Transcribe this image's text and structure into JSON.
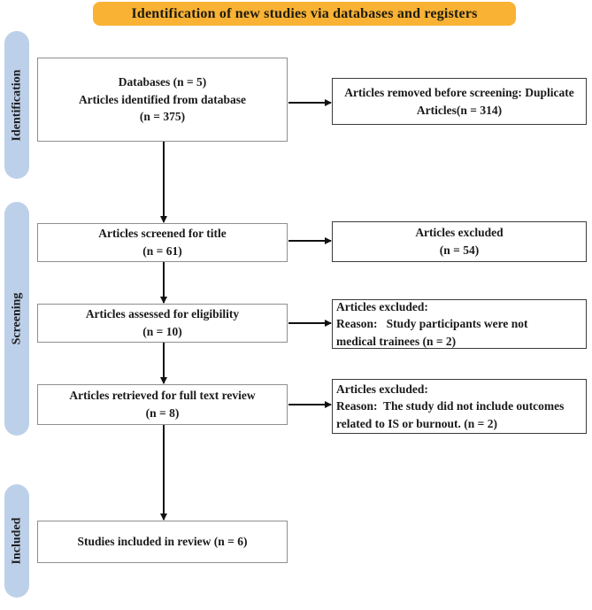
{
  "title": "Identification of new studies via databases and registers",
  "colors": {
    "title_bg": "#F9B234",
    "stage_pill_bg": "#BDD0EA",
    "left_box_border": "#8F8F8F",
    "right_box_border": "#3B3B3B",
    "arrow": "#111111",
    "text": "#1A1A1A"
  },
  "stages": {
    "identification": "Identification",
    "screening": "Screening",
    "included": "Included"
  },
  "boxes": {
    "identified": {
      "lines": [
        "Databases (n = 5)",
        "Articles identified from database",
        "(n = 375)"
      ]
    },
    "removed": {
      "lines": [
        "Articles removed before screening: Duplicate",
        "Articles(n = 314)"
      ]
    },
    "screened": {
      "lines": [
        "Articles screened for title",
        "(n = 61)"
      ]
    },
    "excluded_title": {
      "lines": [
        "Articles excluded",
        "(n = 54)"
      ]
    },
    "assessed": {
      "lines": [
        "Articles assessed for eligibility",
        "(n = 10)"
      ]
    },
    "excluded_eligibility": {
      "lines": [
        "Articles excluded:",
        "Reason:   Study participants were not",
        "medical trainees (n = 2)"
      ]
    },
    "retrieved": {
      "lines": [
        "Articles retrieved for full text review",
        "(n = 8)"
      ]
    },
    "excluded_fulltext": {
      "lines": [
        "Articles excluded:",
        "Reason:  The study did not include outcomes",
        "related to IS or burnout. (n = 2)"
      ]
    },
    "included": {
      "lines": [
        "Studies included in review (n = 6)"
      ]
    }
  }
}
